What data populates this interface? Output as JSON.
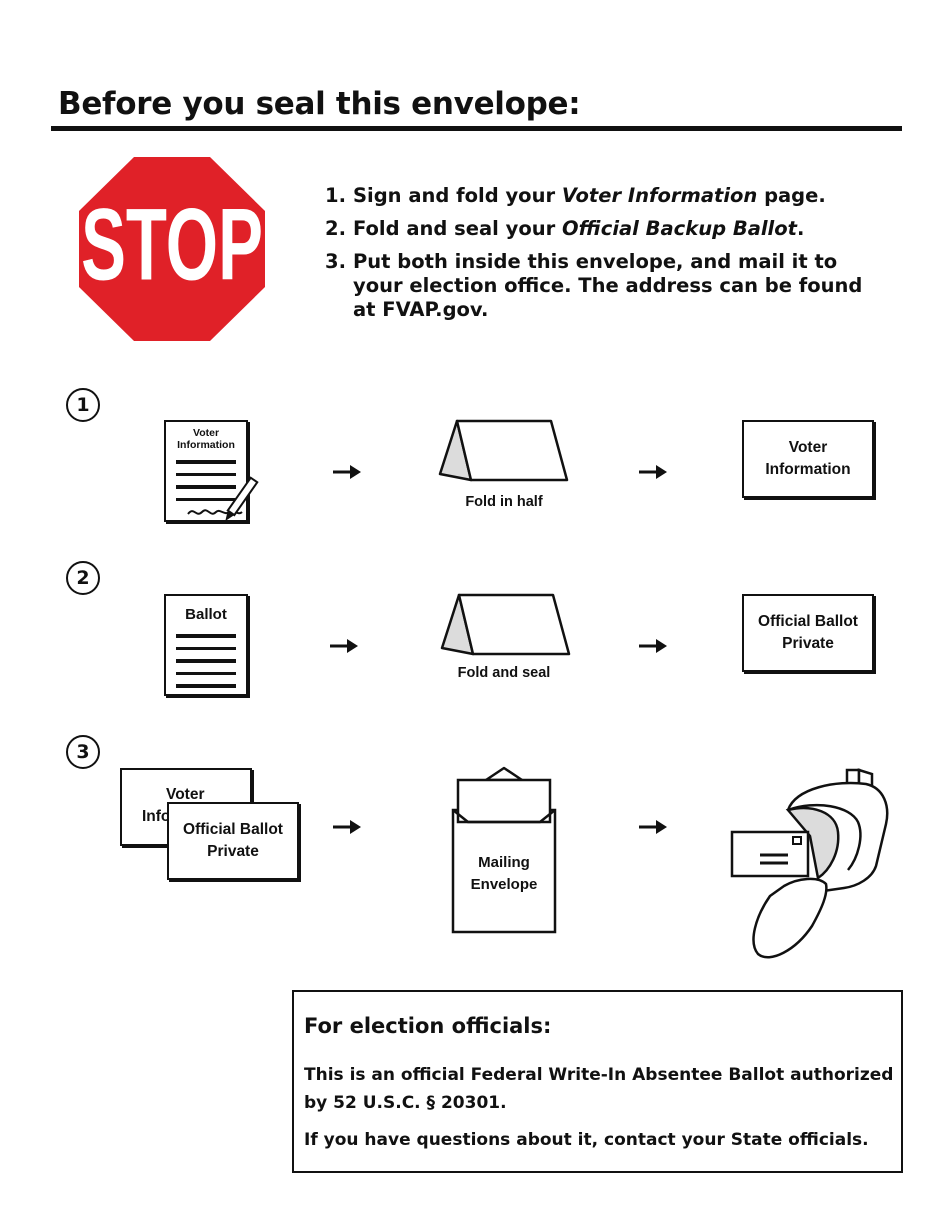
{
  "header": {
    "title": "Before you seal this envelope:"
  },
  "stop_sign": {
    "text": "STOP",
    "color": "#e02128"
  },
  "instructions": [
    {
      "num": "1.",
      "pre": "Sign and fold your ",
      "em": "Voter Information",
      "post": " page."
    },
    {
      "num": "2.",
      "pre": "Fold and seal your ",
      "em": "Official Backup Ballot",
      "post": "."
    },
    {
      "num": "3.",
      "pre": "Put both inside this envelope, and mail it to your election office. The address can be found at FVAP.gov.",
      "em": "",
      "post": ""
    }
  ],
  "steps": {
    "step1": {
      "number": "1",
      "doc_line1": "Voter",
      "doc_line2": "Information",
      "fold_caption": "Fold in half",
      "result_line1": "Voter",
      "result_line2": "Information"
    },
    "step2": {
      "number": "2",
      "doc_title": "Ballot",
      "fold_caption": "Fold and seal",
      "result_line1": "Official Ballot",
      "result_line2": "Private"
    },
    "step3": {
      "number": "3",
      "back_card_line1": "Voter",
      "back_card_line2": "Information",
      "front_card_line1": "Official Ballot",
      "front_card_line2": "Private",
      "envelope_line1": "Mailing",
      "envelope_line2": "Envelope"
    }
  },
  "officials": {
    "heading": "For election officials:",
    "paragraph1": "This is an official Federal Write-In Absentee Ballot authorized by 52 U.S.C. § 20301.",
    "paragraph2": "If you have questions about it, contact your State officials."
  },
  "colors": {
    "ink": "#111111",
    "fold_shade": "#dcdcdc",
    "stop_red": "#e02128"
  }
}
